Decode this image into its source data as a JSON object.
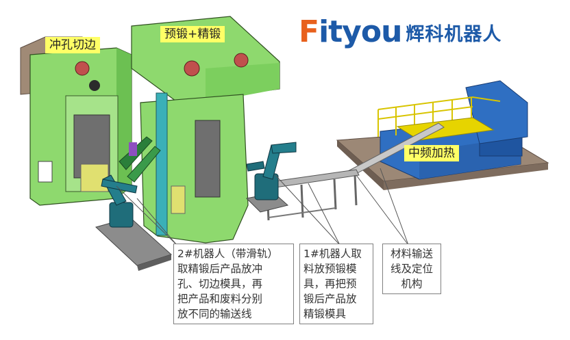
{
  "logo": {
    "brand_first": "F",
    "brand_rest": "ityou",
    "brand_cn": "辉科机器人",
    "colors": {
      "orange": "#e8601c",
      "blue": "#1d5aa8"
    }
  },
  "labels": {
    "press_left": "冲孔切边",
    "press_right": "预锻+精锻",
    "heater": "中频加热"
  },
  "callouts": {
    "robot2": [
      "2#机器人（带滑轨）",
      "取精锻后产品放冲",
      "孔、切边模具，再",
      "把产品和废料分别",
      "放不同的输送线"
    ],
    "robot1": [
      "1#机器人取",
      "料放预锻模",
      "具，再把预",
      "锻后产品放",
      "精锻模具"
    ],
    "conveyor": [
      "材料输送",
      "线及定位",
      "机构"
    ]
  },
  "colors": {
    "press_green": "#8ed96e",
    "press_dark": "#5fb04a",
    "heater_blue": "#2f6fc2",
    "robot_teal": "#1f6d7a",
    "base_tan": "#a08a76",
    "label_yellow": "#ffff66"
  }
}
